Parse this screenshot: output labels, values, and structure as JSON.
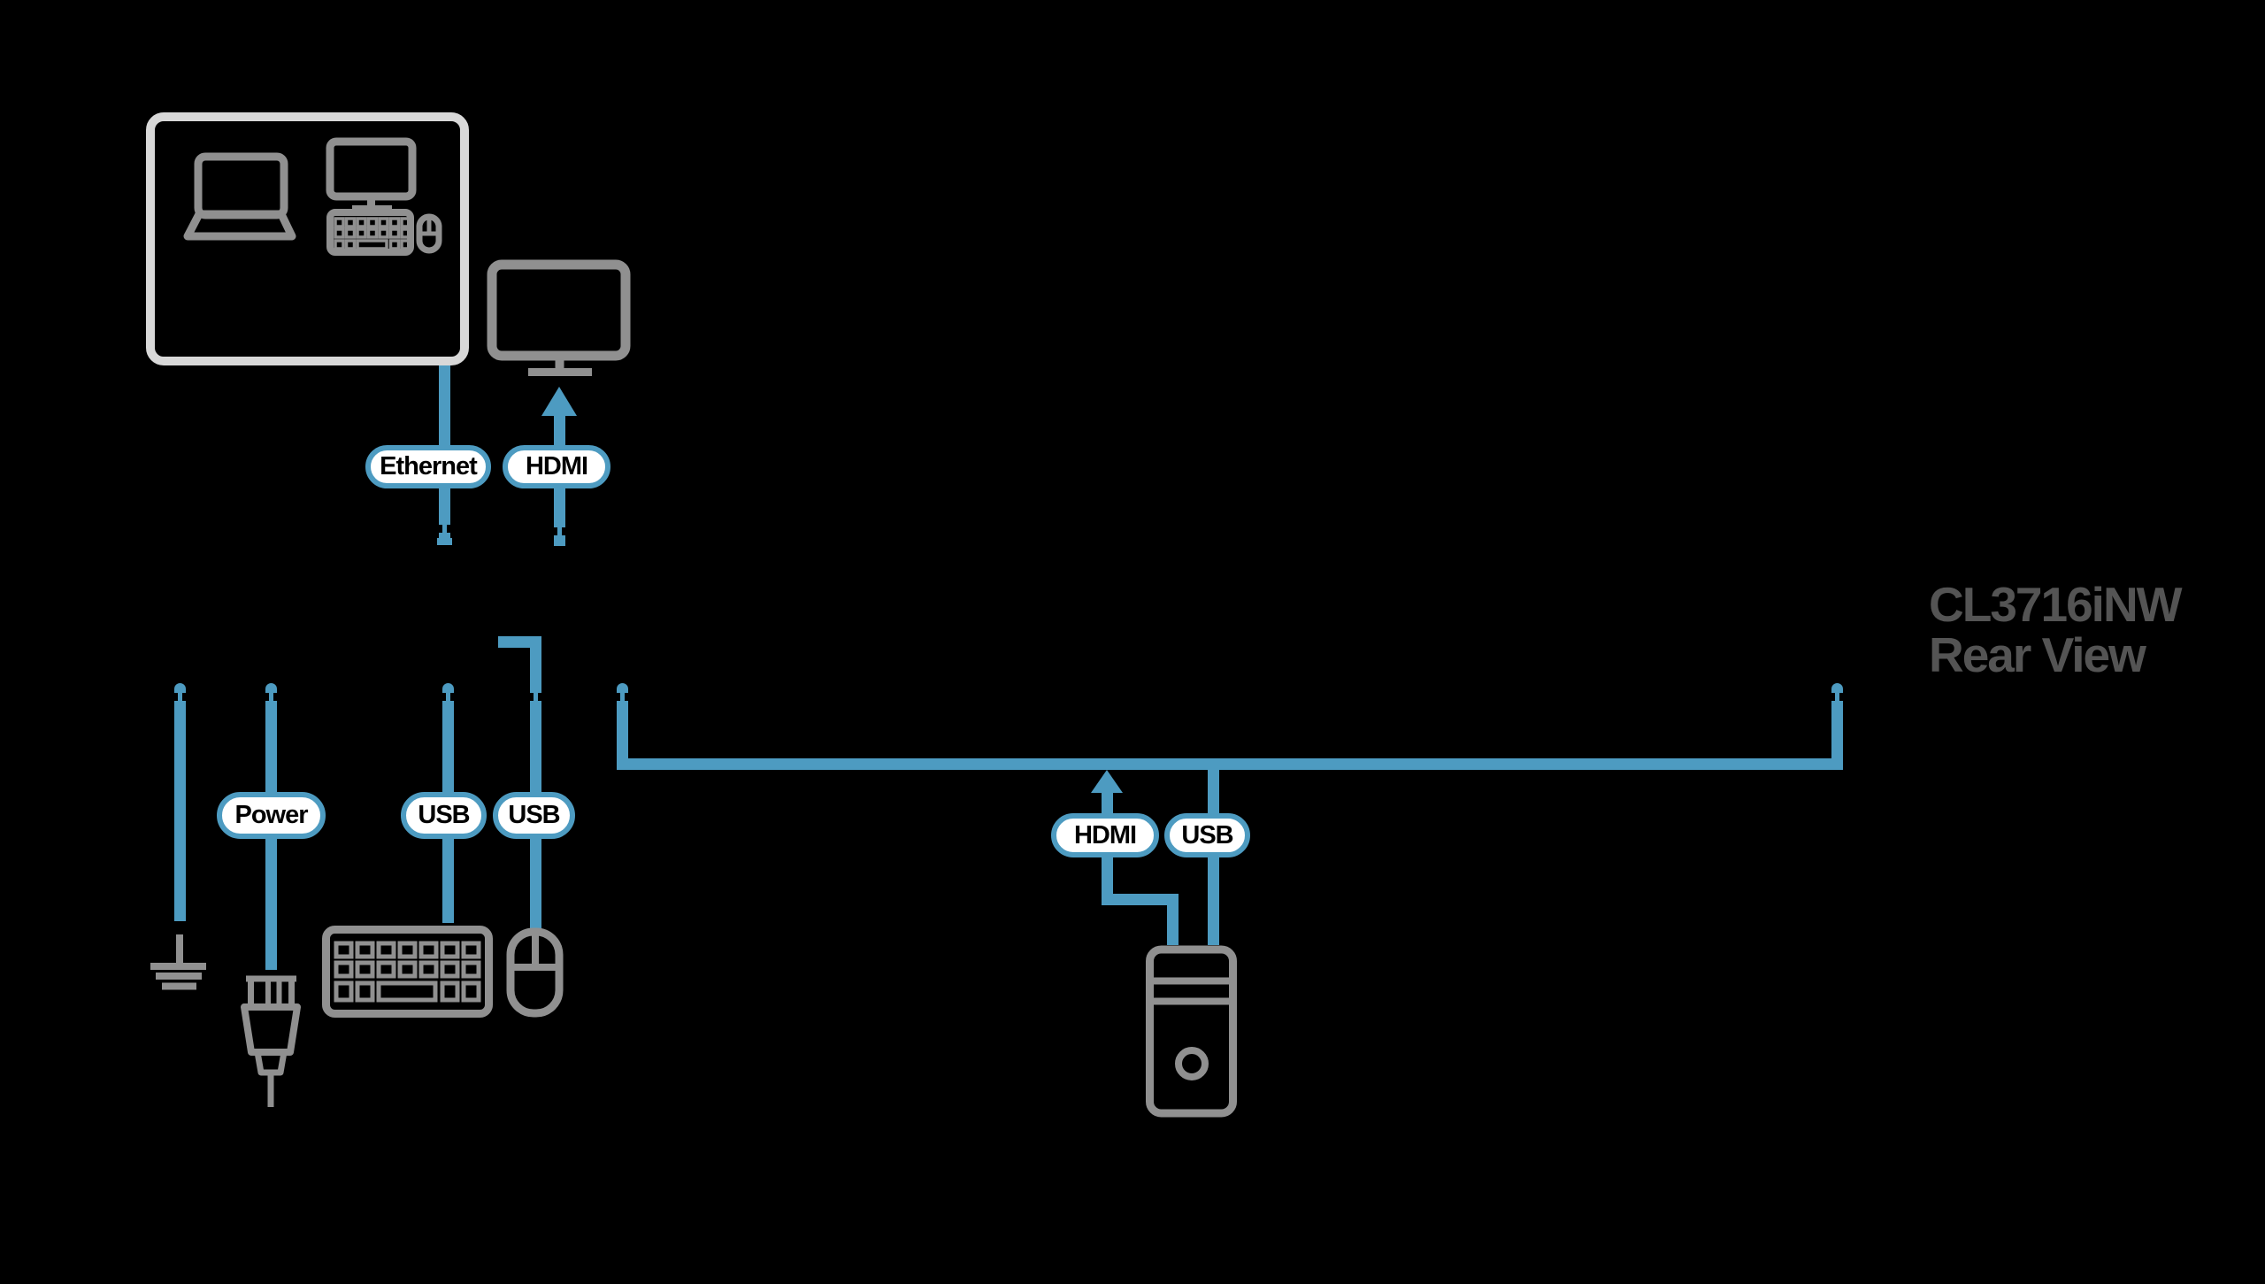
{
  "title": {
    "line1": "CL3716iNW",
    "line2": "Rear View"
  },
  "cable_labels": {
    "ethernet": "Ethernet",
    "hdmi_monitor": "HDMI",
    "power": "Power",
    "usb_keyboard": "USB",
    "usb_mouse": "USB",
    "hdmi_computer": "HDMI",
    "usb_computer": "USB"
  },
  "icons": {
    "local_console_box": "rounded box grouping laptop and desktop console",
    "laptop_icon": "laptop outline",
    "desktop_console_icon": "monitor keyboard and mouse outline",
    "monitor_icon": "external display outline",
    "keyboard_icon": "keyboard outline",
    "mouse_icon": "mouse outline",
    "ground_icon": "earth ground symbol",
    "power_plug_icon": "power cord plug",
    "computer_tower_icon": "desktop pc tower"
  },
  "colors": {
    "background": "#000000",
    "cable_blue": "#4d9bc1",
    "icon_gray": "#909090",
    "box_gray": "#d8d8d8",
    "title_gray": "#545454",
    "pill_fill": "#ffffff",
    "pill_text": "#000000"
  }
}
